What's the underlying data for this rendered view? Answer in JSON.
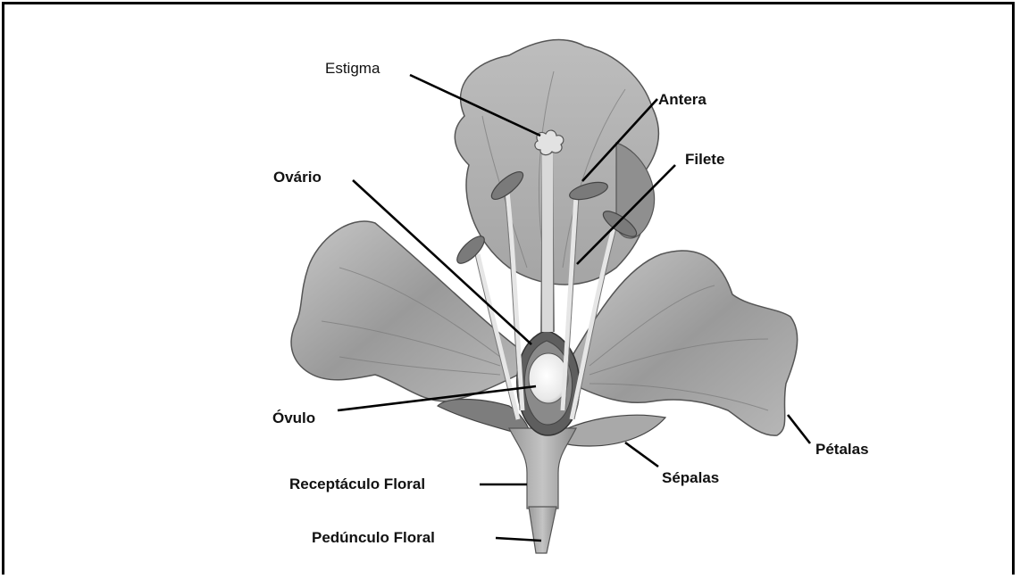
{
  "labels": {
    "estigma": "Estigma",
    "antera": "Antera",
    "filete": "Filete",
    "ovario": "Ovário",
    "ovulo": "Óvulo",
    "petalas": "Pétalas",
    "sepalas": "Sépalas",
    "receptaculo": "Receptáculo Floral",
    "pedunculo": "Pedúnculo Floral"
  }
}
